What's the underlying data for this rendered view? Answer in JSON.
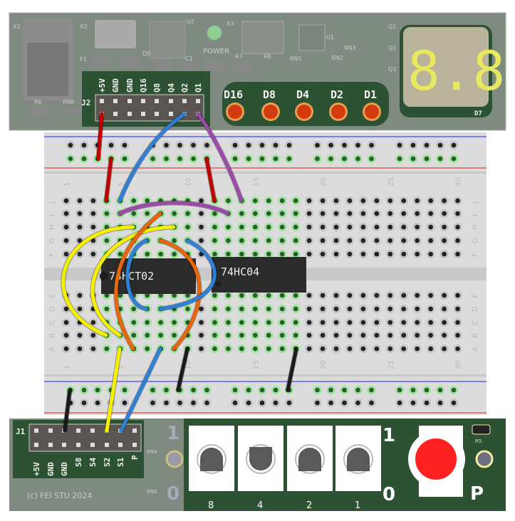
{
  "top_board": {
    "designators": [
      "X1",
      "X2",
      "U2",
      "X3",
      "U1",
      "RN3",
      "Q1",
      "Q2",
      "Q3",
      "F1",
      "D5",
      "C1",
      "R7",
      "R8",
      "RN1",
      "RN2",
      "R6",
      "RN6",
      "D7"
    ],
    "power_label": "POWER",
    "header_name": "J2",
    "header_pins": [
      "+5V",
      "GND",
      "GND",
      "Q16",
      "Q8",
      "Q4",
      "Q2",
      "Q1"
    ],
    "leds": [
      "D16",
      "D8",
      "D4",
      "D2",
      "D1"
    ],
    "display_value": "8.8.",
    "colors": {
      "pcb": "#7f8a80",
      "panel": "#2d5233",
      "led": "#d23a10",
      "segment": "#e8e860"
    }
  },
  "breadboard": {
    "columns": 30,
    "column_labels": [
      "1",
      "5",
      "10",
      "15",
      "20",
      "25",
      "30"
    ],
    "row_labels_top": [
      "J",
      "I",
      "H",
      "G",
      "F"
    ],
    "row_labels_bottom": [
      "E",
      "D",
      "C",
      "B",
      "A"
    ],
    "chips": [
      {
        "name": "74HCT02"
      },
      {
        "name": "74HC04"
      }
    ],
    "wire_colors": {
      "red": "#c00000",
      "blue": "#2f7fd6",
      "purple": "#9b4aa8",
      "yellow": "#f4f000",
      "orange": "#e8660a",
      "black": "#1a1a1a"
    }
  },
  "bottom_board": {
    "header_name": "J1",
    "header_pins": [
      "+5V",
      "GND",
      "GND",
      "S8",
      "S4",
      "S2",
      "S1",
      "P"
    ],
    "copyright": "(c) FEI STU 2024",
    "designators": [
      "RN4",
      "RN5",
      "R5"
    ],
    "side_labels": [
      "1",
      "0"
    ],
    "switch_labels": [
      "8",
      "4",
      "2",
      "1"
    ],
    "switch_states": [
      1,
      0,
      1,
      1
    ],
    "switch_position_labels": {
      "on": "1",
      "off": "0"
    },
    "button_label": "P",
    "colors": {
      "button": "#ff2020",
      "switch_cap": "#22ccee"
    }
  }
}
